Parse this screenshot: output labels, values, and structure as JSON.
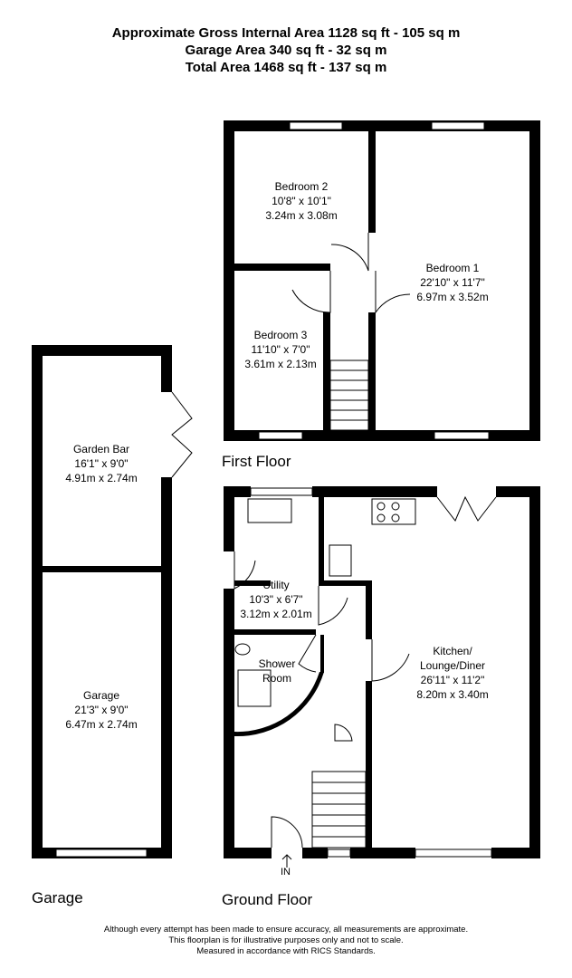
{
  "header": {
    "line1": "Approximate Gross Internal Area 1128 sq ft - 105 sq m",
    "line2": "Garage Area 340 sq ft - 32 sq m",
    "line3": "Total Area 1468 sq ft - 137 sq m"
  },
  "floors": {
    "first": "First Floor",
    "ground": "Ground Floor",
    "garage": "Garage"
  },
  "rooms": {
    "bedroom2": {
      "name": "Bedroom 2",
      "imperial": "10'8\" x 10'1\"",
      "metric": "3.24m x 3.08m"
    },
    "bedroom1": {
      "name": "Bedroom 1",
      "imperial": "22'10\" x 11'7\"",
      "metric": "6.97m x 3.52m"
    },
    "bedroom3": {
      "name": "Bedroom 3",
      "imperial": "11'10\" x 7'0\"",
      "metric": "3.61m x 2.13m"
    },
    "garden_bar": {
      "name": "Garden Bar",
      "imperial": "16'1\" x 9'0\"",
      "metric": "4.91m x 2.74m"
    },
    "garage": {
      "name": "Garage",
      "imperial": "21'3\" x 9'0\"",
      "metric": "6.47m x 2.74m"
    },
    "utility": {
      "name": "Utility",
      "imperial": "10'3\" x 6'7\"",
      "metric": "3.12m x 2.01m"
    },
    "shower": {
      "name": "Shower",
      "name2": "Room"
    },
    "kitchen": {
      "name": "Kitchen/",
      "name2": "Lounge/Diner",
      "imperial": "26'11\" x 11'2\"",
      "metric": "8.20m x 3.40m"
    }
  },
  "entrance": "IN",
  "footer": {
    "line1": "Although every attempt has been made to ensure accuracy, all measurements are approximate.",
    "line2": "This floorplan is for illustrative purposes only and not to scale.",
    "line3": "Measured in accordance with RICS Standards."
  }
}
